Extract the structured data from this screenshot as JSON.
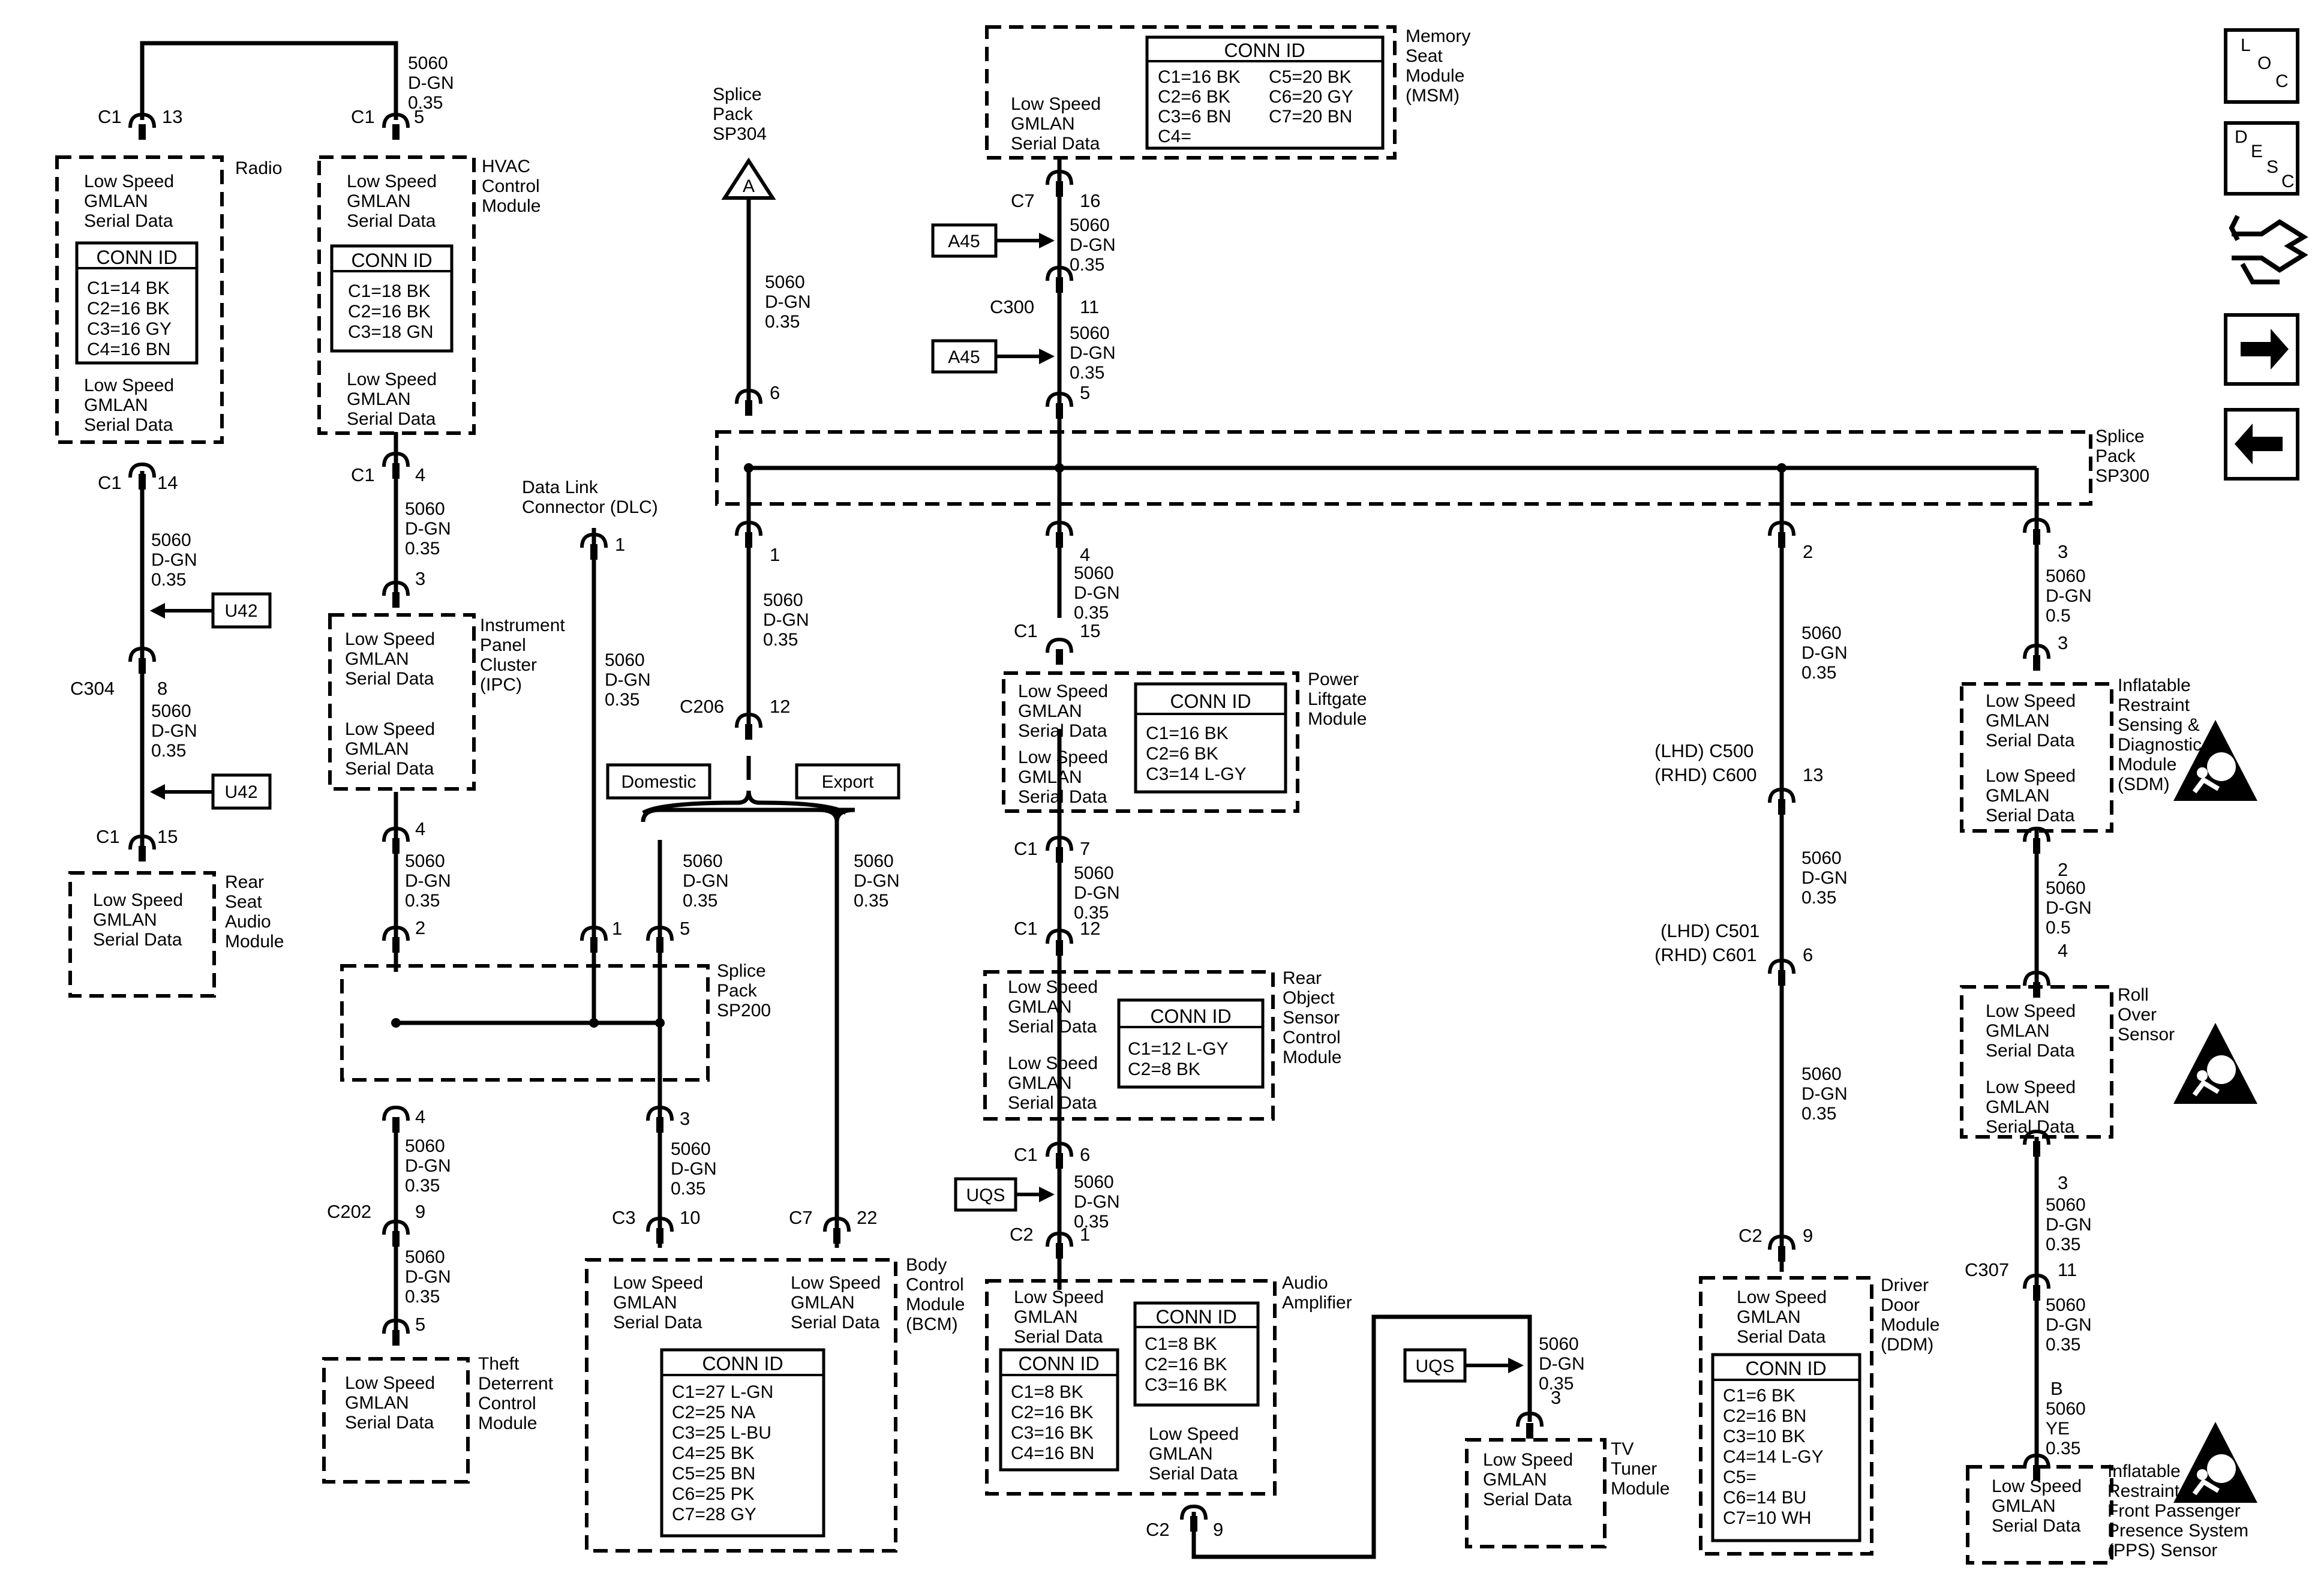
{
  "wire": {
    "circuit": "5060",
    "color": "D-GN",
    "gauge": "0.35",
    "gauge2": "0.5",
    "pps_color": "YE"
  },
  "text": {
    "ls": "Low Speed",
    "gm": "GMLAN",
    "sd": "Serial Data",
    "cid": "CONN ID",
    "c1": "C1",
    "c2": "C2",
    "c3": "C3",
    "c7": "C7",
    "c300": "C300",
    "c304": "C304",
    "c206": "C206",
    "c202": "C202",
    "c307": "C307",
    "c500": "(LHD) C500",
    "c600": "(RHD) C600",
    "c501": "(LHD) C501",
    "c601": "(RHD) C601",
    "u42": "U42",
    "a45": "A45",
    "uqs": "UQS",
    "domestic": "Domestic",
    "export": "Export",
    "splice_a": "A"
  },
  "modules": {
    "radio": [
      "Radio"
    ],
    "hvac": [
      "HVAC",
      "Control",
      "Module"
    ],
    "msm": [
      "Memory",
      "Seat",
      "Module",
      "(MSM)"
    ],
    "rsa": [
      "Rear",
      "Seat",
      "Audio",
      "Module"
    ],
    "ipc": [
      "Instrument",
      "Panel",
      "Cluster",
      "(IPC)"
    ],
    "dlc": [
      "Data Link",
      "Connector (DLC)"
    ],
    "sp304": [
      "Splice",
      "Pack",
      "SP304"
    ],
    "sp300": [
      "Splice",
      "Pack",
      "SP300"
    ],
    "sp200": [
      "Splice",
      "Pack",
      "SP200"
    ],
    "plg": [
      "Power",
      "Liftgate",
      "Module"
    ],
    "sdm": [
      "Inflatable",
      "Restraint",
      "Sensing &",
      "Diagnostic",
      "Module",
      "(SDM)"
    ],
    "ros": [
      "Rear",
      "Object",
      "Sensor",
      "Control",
      "Module"
    ],
    "rollover": [
      "Roll",
      "Over",
      "Sensor"
    ],
    "tdm": [
      "Theft",
      "Deterrent",
      "Control",
      "Module"
    ],
    "bcm": [
      "Body",
      "Control",
      "Module",
      "(BCM)"
    ],
    "amp": [
      "Audio",
      "Amplifier"
    ],
    "tv": [
      "TV",
      "Tuner",
      "Module"
    ],
    "ddm": [
      "Driver",
      "Door",
      "Module",
      "(DDM)"
    ],
    "pps": [
      "Inflatable",
      "Restraint",
      "Front Passenger",
      "Presence System",
      "(PPS) Sensor"
    ]
  },
  "conn_tables": {
    "radio": [
      "C1=14 BK",
      "C2=16 BK",
      "C3=16 GY",
      "C4=16 BN"
    ],
    "hvac": [
      "C1=18 BK",
      "C2=16 BK",
      "C3=18 GN"
    ],
    "msm_left": [
      "C1=16 BK",
      "C2=6 BK",
      "C3=6 BN",
      "C4="
    ],
    "msm_right": [
      "C5=20 BK",
      "C6=20 GY",
      "C7=20 BN"
    ],
    "plg": [
      "C1=16 BK",
      "C2=6 BK",
      "C3=14 L-GY"
    ],
    "ros": [
      "C1=12 L-GY",
      "C2=8 BK"
    ],
    "bcm": [
      "C1=27 L-GN",
      "C2=25 NA",
      "C3=25 L-BU",
      "C4=25 BK",
      "C5=25 BN",
      "C6=25 PK",
      "C7=28 GY"
    ],
    "amp_a": [
      "C1=8 BK",
      "C2=16 BK",
      "C3=16 BK",
      "C4=16 BN"
    ],
    "amp_b": [
      "C1=8 BK",
      "C2=16 BK",
      "C3=16 BK"
    ],
    "ddm": [
      "C1=6 BK",
      "C2=16 BN",
      "C3=10 BK",
      "C4=14 L-GY",
      "C5=",
      "C6=14 BU",
      "C7=10 WH"
    ]
  },
  "pins": {
    "p1": "1",
    "p2": "2",
    "p3": "3",
    "p4": "4",
    "p5": "5",
    "p6": "6",
    "p7": "7",
    "p8": "8",
    "p9": "9",
    "p10": "10",
    "p11": "11",
    "p12": "12",
    "p13": "13",
    "p14": "14",
    "p15": "15",
    "p16": "16",
    "p22": "22",
    "pB": "B"
  },
  "nav_icons": {
    "loc": [
      "L",
      "O",
      "C"
    ],
    "desc": [
      "D",
      "E",
      "S",
      "C"
    ],
    "names": [
      "loc-icon",
      "desc-icon",
      "connector-view-icon",
      "next-page-arrow-icon",
      "previous-page-arrow-icon",
      "airbag-warning-icon"
    ]
  }
}
